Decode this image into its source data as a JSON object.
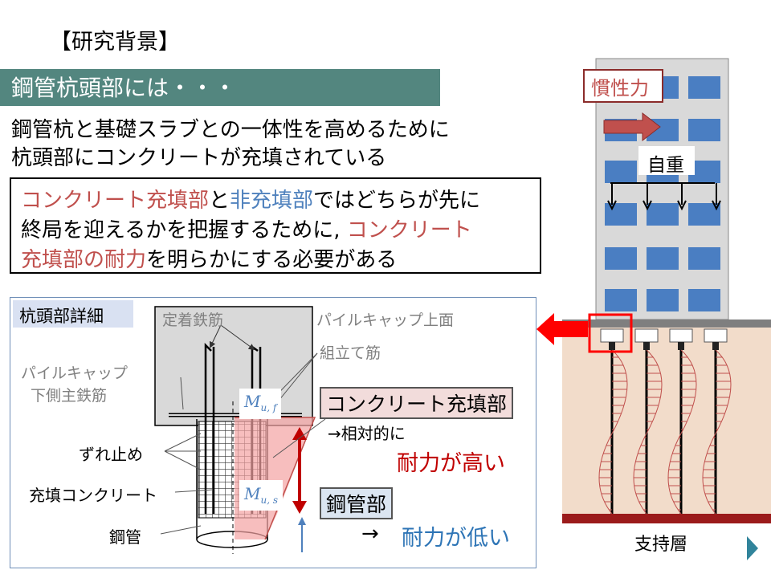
{
  "title": "【研究背景】",
  "banner": "鋼管杭頭部には・・・",
  "intro": {
    "line1": "鋼管杭と基礎スラブとの一体性を高めるために",
    "line2": "杭頭部にコンクリートが充填されている"
  },
  "box": {
    "l1_red": "コンクリート充填部",
    "l1_mid": "と",
    "l1_blue": "非充填部",
    "l1_end": "ではどちらが先に",
    "l2_start": "終局を迎えるかを把握するために, ",
    "l2_red": "コンクリート",
    "l3_red": "充填部の耐力",
    "l3_end": "を明らかにする必要がある"
  },
  "detail": {
    "label": "杭頭部詳細",
    "anchor_bar": "定着鉄筋",
    "pilecap_top": "パイルキャップ上面",
    "assembly_bar": "組立て筋",
    "pilecap_main_1": "パイルキャップ",
    "pilecap_main_2": "下側主鉄筋",
    "shear_key": "ずれ止め",
    "filled_concrete": "充填コンクリート",
    "steel_pipe": "鋼管",
    "muf_main": "M",
    "muf_sub": "u, f",
    "mus_main": "M",
    "mus_sub": "u, s",
    "filled_section": "コンクリート充填部",
    "relatively": "→相対的に",
    "high_strength": "耐力が高い",
    "pipe_section": "鋼管部",
    "arrow": "→",
    "low_strength": "耐力が低い"
  },
  "building": {
    "inertia": "慣性力",
    "self_weight": "自重",
    "bearing_layer": "支持層"
  },
  "colors": {
    "banner": "#53867f",
    "red": "#c0504d",
    "blue": "#4f81bd",
    "dark_red": "#c00000",
    "window": "#4a7ec2",
    "soil": "#f2dcca"
  }
}
